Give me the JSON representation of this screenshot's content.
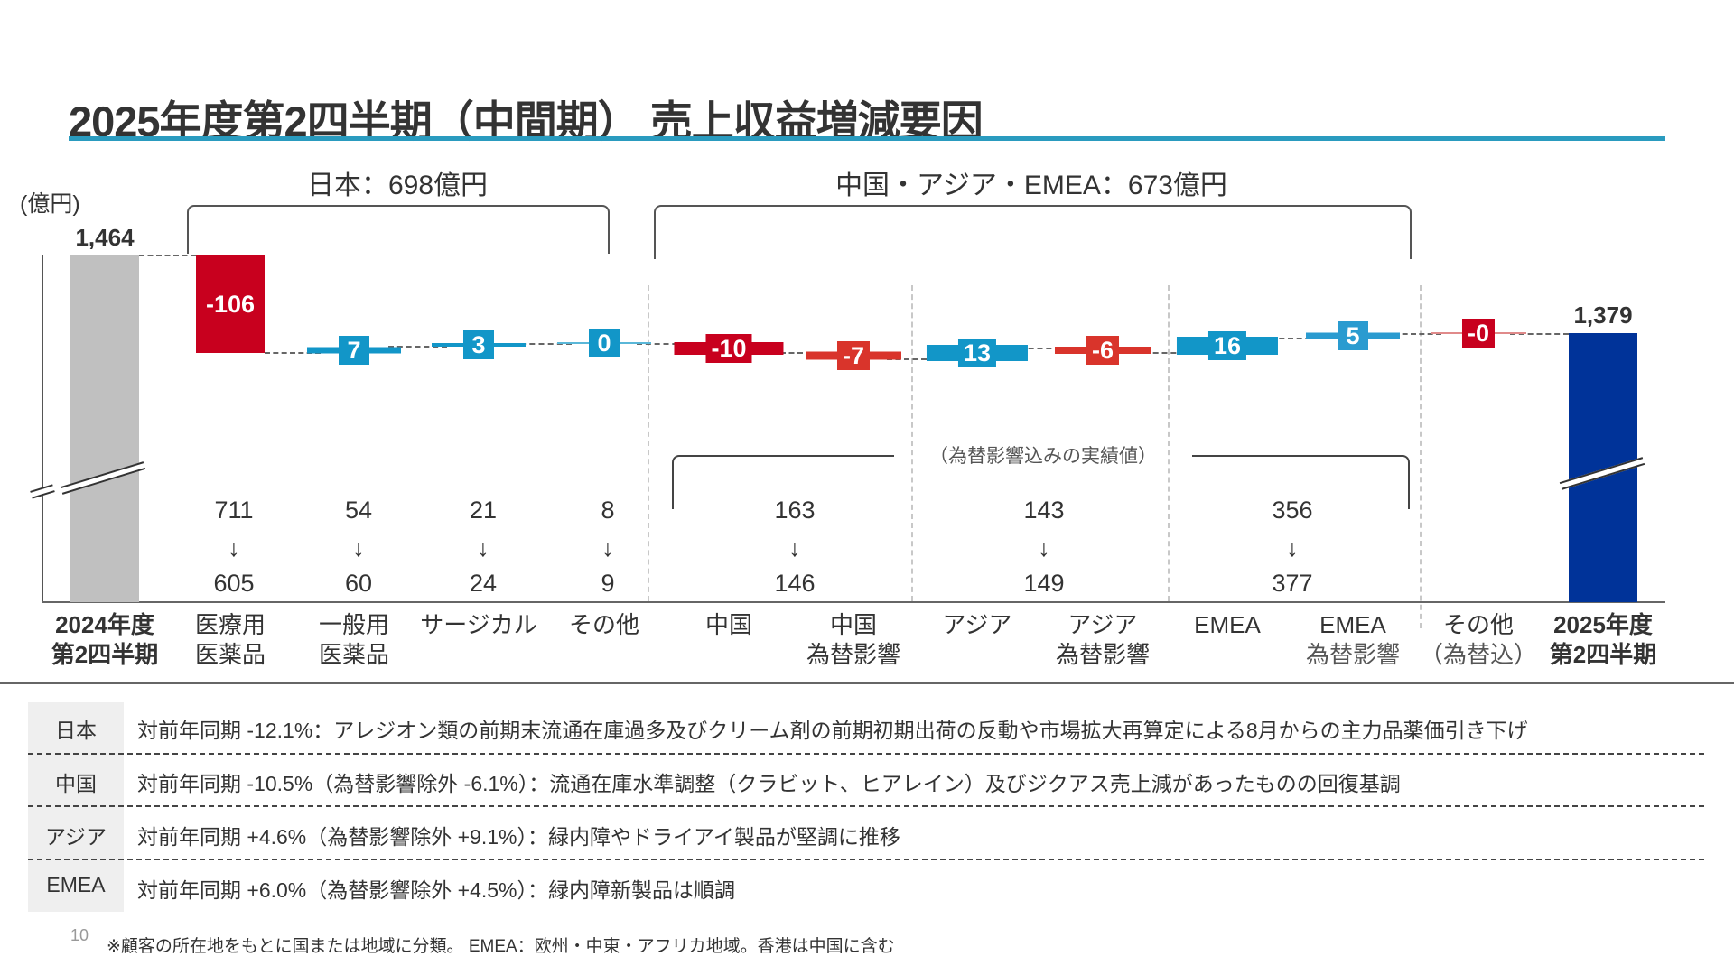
{
  "title": "2025年度第2四半期（中間期） 売上収益増減要因",
  "unit_label": "(億円)",
  "groups": {
    "japan": "日本：698億円",
    "overseas": "中国・アジア・EMEA：673億円"
  },
  "fx_note": "（為替影響込みの実績値）",
  "colors": {
    "accent_rule": "#2a9bbf",
    "start_bar": "#c0c0c0",
    "end_bar": "#003399",
    "decrease": "#c8001e",
    "decrease_fx": "#d9342b",
    "increase": "#1296c8",
    "increase_fx": "#2a9bd0"
  },
  "chart_data": {
    "type": "waterfall",
    "title": "2025年度第2四半期（中間期） 売上収益増減要因",
    "ylabel": "(億円)",
    "y_axis_broken": true,
    "categories": [
      "2024年度 第2四半期",
      "医療用医薬品",
      "一般用医薬品",
      "サージカル",
      "その他",
      "中国",
      "中国 為替影響",
      "アジア",
      "アジア 為替影響",
      "EMEA",
      "EMEA 為替影響",
      "その他（為替込）",
      "2025年度 第2四半期"
    ],
    "values": [
      1464,
      -106,
      7,
      3,
      0,
      -10,
      -7,
      13,
      -6,
      16,
      5,
      0,
      1379
    ],
    "value_labels": [
      "1,464",
      "-106",
      "7",
      "3",
      "0",
      "-10",
      "-7",
      "13",
      "-6",
      "16",
      "5",
      "-0",
      "1,379"
    ],
    "measure": [
      "total",
      "relative",
      "relative",
      "relative",
      "relative",
      "relative",
      "relative",
      "relative",
      "relative",
      "relative",
      "relative",
      "relative",
      "total"
    ],
    "segment_detail": [
      {
        "segment": "医療用医薬品",
        "prior": 711,
        "current": 605
      },
      {
        "segment": "一般用医薬品",
        "prior": 54,
        "current": 60
      },
      {
        "segment": "サージカル",
        "prior": 21,
        "current": 24
      },
      {
        "segment": "その他",
        "prior": 8,
        "current": 9
      },
      {
        "segment": "中国",
        "prior": 163,
        "current": 146
      },
      {
        "segment": "アジア",
        "prior": 143,
        "current": 149
      },
      {
        "segment": "EMEA",
        "prior": 356,
        "current": 377
      }
    ],
    "annotations": [
      "日本：698億円",
      "中国・アジア・EMEA：673億円",
      "（為替影響込みの実績値）"
    ]
  },
  "bars": {
    "start": {
      "label": "1,464",
      "cat1": "2024年度",
      "cat2": "第2四半期"
    },
    "end": {
      "label": "1,379",
      "cat1": "2025年度",
      "cat2": "第2四半期"
    },
    "deltas": [
      {
        "label": "-106",
        "cat1": "医療用",
        "cat2": "医薬品"
      },
      {
        "label": "7",
        "cat1": "一般用",
        "cat2": "医薬品"
      },
      {
        "label": "3",
        "cat1": "サージカル",
        "cat2": ""
      },
      {
        "label": "0",
        "cat1": "その他",
        "cat2": ""
      },
      {
        "label": "-10",
        "cat1": "中国",
        "cat2": ""
      },
      {
        "label": "-7",
        "cat1": "中国",
        "cat2": "為替影響"
      },
      {
        "label": "13",
        "cat1": "アジア",
        "cat2": ""
      },
      {
        "label": "-6",
        "cat1": "アジア",
        "cat2": "為替影響"
      },
      {
        "label": "16",
        "cat1": "EMEA",
        "cat2": ""
      },
      {
        "label": "5",
        "cat1": "EMEA",
        "cat2": "為替影響"
      },
      {
        "label": "-0",
        "cat1": "その他",
        "cat2": "（為替込）"
      }
    ]
  },
  "details": [
    {
      "prior": "711",
      "arrow": "↓",
      "current": "605"
    },
    {
      "prior": "54",
      "arrow": "↓",
      "current": "60"
    },
    {
      "prior": "21",
      "arrow": "↓",
      "current": "24"
    },
    {
      "prior": "8",
      "arrow": "↓",
      "current": "9"
    },
    {
      "prior": "163",
      "arrow": "↓",
      "current": "146"
    },
    {
      "prior": "143",
      "arrow": "↓",
      "current": "149"
    },
    {
      "prior": "356",
      "arrow": "↓",
      "current": "377"
    }
  ],
  "comments": [
    {
      "region": "日本",
      "text": "対前年同期 -12.1%：アレジオン類の前期末流通在庫過多及びクリーム剤の前期初期出荷の反動や市場拡大再算定による8月からの主力品薬価引き下げ"
    },
    {
      "region": "中国",
      "text": "対前年同期 -10.5%（為替影響除外 -6.1%）：流通在庫水準調整（クラビット、ヒアレイン）及びジクアス売上減があったものの回復基調"
    },
    {
      "region": "アジア",
      "text": "対前年同期 +4.6%（為替影響除外 +9.1%）：緑内障やドライアイ製品が堅調に推移"
    },
    {
      "region": "EMEA",
      "text": "対前年同期 +6.0%（為替影響除外 +4.5%）：緑内障新製品は順調"
    }
  ],
  "page_number": "10",
  "footnote": "※顧客の所在地をもとに国または地域に分類。 EMEA：欧州・中東・アフリカ地域。香港は中国に含む"
}
